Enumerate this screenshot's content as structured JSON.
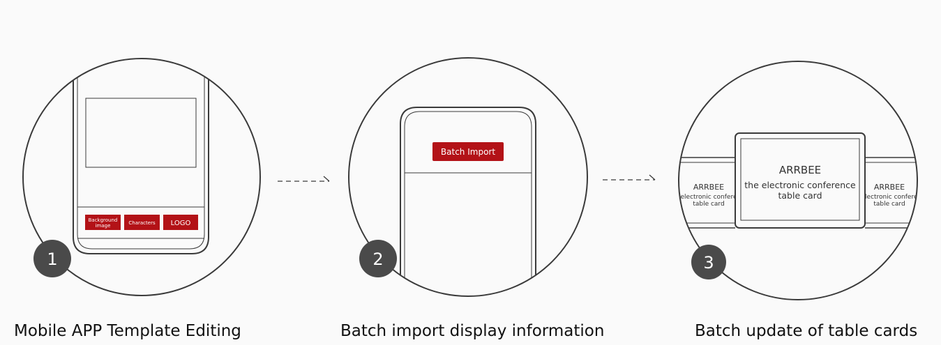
{
  "steps": [
    {
      "number": "1",
      "caption": "Mobile APP Template Editing",
      "buttons": {
        "background_line1": "Background",
        "background_line2": "image",
        "characters": "Characters",
        "logo": "LOGO"
      }
    },
    {
      "number": "2",
      "caption": "Batch import display information",
      "button": "Batch Import"
    },
    {
      "number": "3",
      "caption": "Batch update of table cards",
      "center_card": {
        "brand": "ARRBEE",
        "line1": "the electronic conference",
        "line2": "table card"
      },
      "side_card": {
        "brand": "ARRBEE",
        "line1": "electronic confere",
        "line2": "table card"
      }
    }
  ],
  "colors": {
    "accent": "#b31217",
    "stroke": "#3a3a3a",
    "badge": "#4a4a4a",
    "background": "#fafafa"
  },
  "icons": [
    "dashed-arrow-right",
    "number-badge"
  ]
}
